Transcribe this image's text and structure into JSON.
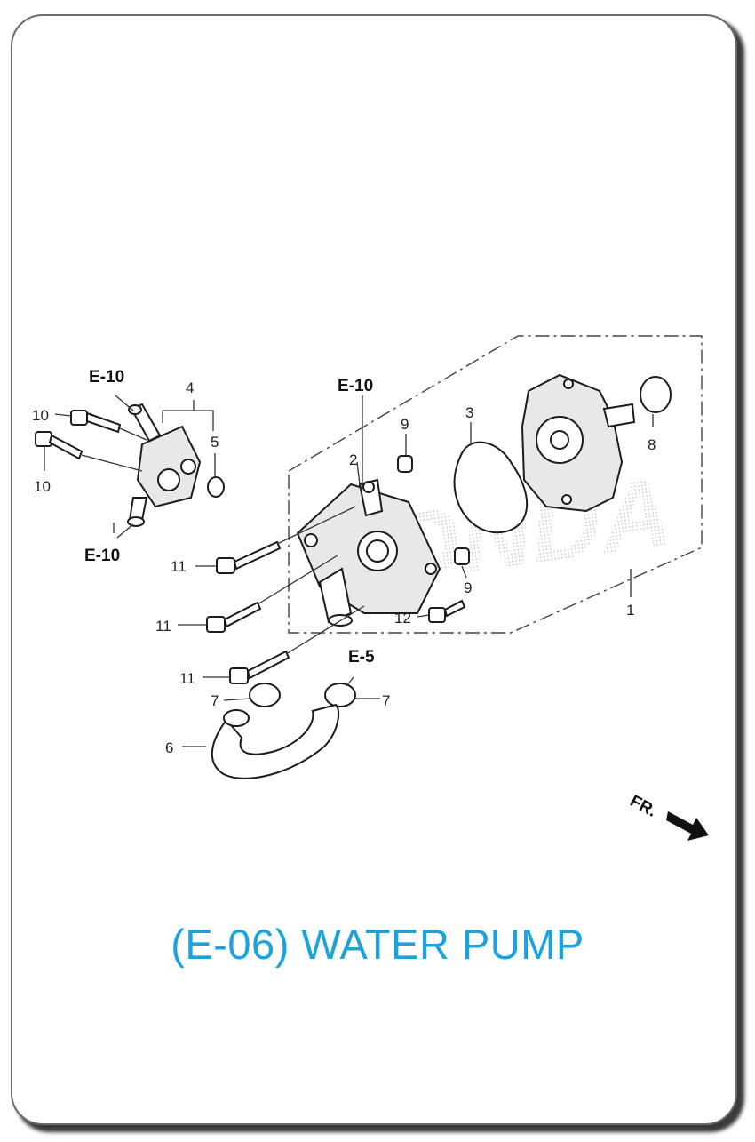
{
  "diagram": {
    "title": "(E-06) WATER PUMP",
    "direction_label": "FR.",
    "references": [
      "E-10",
      "E-10",
      "E-10",
      "E-5"
    ],
    "part_numbers": [
      "1",
      "2",
      "3",
      "4",
      "5",
      "6",
      "7",
      "7",
      "8",
      "9",
      "9",
      "10",
      "10",
      "11",
      "11",
      "11",
      "12"
    ],
    "watermark_text": "HONDA"
  }
}
